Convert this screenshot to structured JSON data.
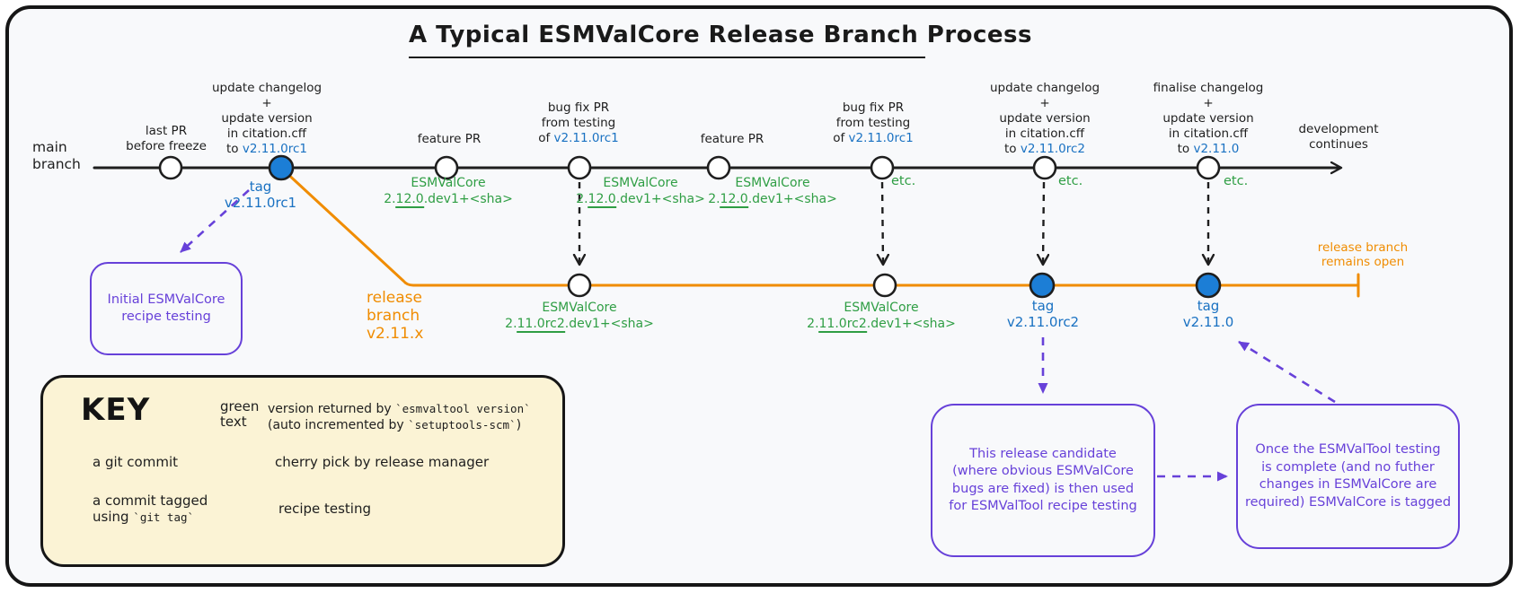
{
  "title": "A Typical ESMValCore Release Branch Process",
  "colors": {
    "ink": "#1e1e1e",
    "blue_text": "#1971c2",
    "blue_fill": "#1c7ed6",
    "green": "#2f9e44",
    "orange": "#f08c00",
    "purple": "#6741d9",
    "key_background": "#fbf3d5",
    "panel_background": "#f8f9fb"
  },
  "main_branch": {
    "label": [
      "main",
      "branch"
    ],
    "development_note": [
      "development",
      "continues"
    ]
  },
  "commits": {
    "last_pr": [
      "last PR",
      "before freeze"
    ],
    "update_rc1": {
      "lines": [
        "update changelog",
        "+",
        "update version",
        "in citation.cff"
      ],
      "to": "to ",
      "version": "v2.11.0rc1"
    },
    "feature_pr_1": "feature PR",
    "bugfix_1": {
      "lines": [
        "bug fix PR",
        "from testing"
      ],
      "of": "of ",
      "version": "v2.11.0rc1"
    },
    "feature_pr_2": "feature PR",
    "bugfix_2": {
      "lines": [
        "bug fix PR",
        "from testing"
      ],
      "of": "of ",
      "version": "v2.11.0rc1"
    },
    "update_rc2": {
      "lines": [
        "update changelog",
        "+",
        "update version",
        "in citation.cff"
      ],
      "to": "to ",
      "version": "v2.11.0rc2"
    },
    "finalise": {
      "lines": [
        "finalise changelog",
        "+",
        "update version",
        "in citation.cff"
      ],
      "to": "to ",
      "version": "v2.11.0"
    }
  },
  "tags": {
    "rc1": {
      "word": "tag",
      "version": "v2.11.0rc1"
    },
    "rc2": {
      "word": "tag",
      "version": "v2.11.0rc2"
    },
    "final": {
      "word": "tag",
      "version": "v2.11.0"
    }
  },
  "green_versions": {
    "dev": {
      "name": "ESMValCore",
      "pre": "2.",
      "underlined": "12.0",
      "post": ".dev1+<sha>"
    },
    "rc": {
      "name": "ESMValCore",
      "pre": "2.",
      "underlined": "11.0rc2",
      "post": ".dev1+<sha>"
    },
    "etc": "etc."
  },
  "release_branch": {
    "label": [
      "release",
      "branch",
      "v2.11.x"
    ],
    "remains_open": [
      "release branch",
      "remains open"
    ]
  },
  "note_boxes": {
    "initial_testing": [
      "Initial ESMValCore",
      "recipe testing"
    ],
    "rc_testing": [
      "This release candidate",
      "(where obvious ESMValCore",
      "bugs are fixed) is then used",
      "for ESMValTool recipe testing"
    ],
    "final_tagging": [
      "Once the ESMValTool testing",
      "is complete (and no futher",
      "changes in ESMValCore are",
      "required) ESMValCore is tagged"
    ]
  },
  "key": {
    "title": "KEY",
    "green_text_label": [
      "green",
      "text"
    ],
    "green_desc_line1": {
      "pre": "version returned by ",
      "code": "`esmvaltool version`"
    },
    "green_desc_line2": {
      "pre": "(auto incremented by ",
      "code": "`setuptools-scm`",
      "post": ")"
    },
    "git_commit": "a git commit",
    "cherry_pick": "cherry pick by release manager",
    "tagged_commit": {
      "line1": "a commit tagged",
      "line2_pre": "using ",
      "line2_code": "`git tag`"
    },
    "recipe_testing": "recipe testing"
  }
}
